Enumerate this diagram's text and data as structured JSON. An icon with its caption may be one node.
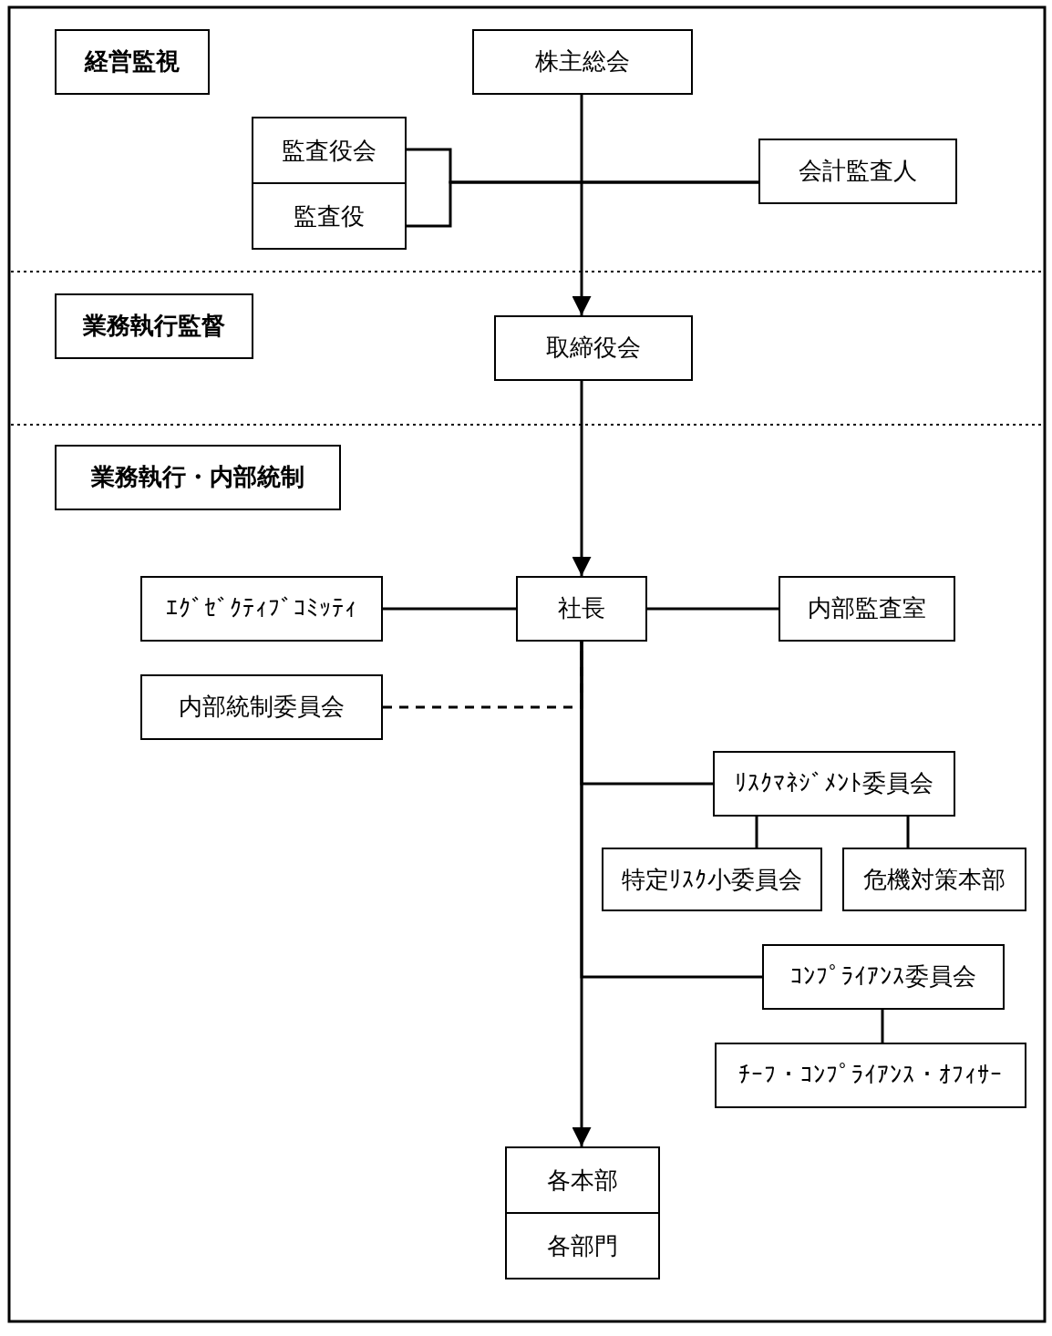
{
  "diagram": {
    "nodes": [
      {
        "text": [
          "経営監視"
        ]
      },
      {
        "text": [
          "株主総会"
        ]
      },
      {
        "text": [
          "監査役会"
        ]
      },
      {
        "text": [
          "監査役"
        ]
      },
      {
        "text": [
          "会計監査人"
        ]
      },
      {
        "text": [
          "業務執行監督"
        ]
      },
      {
        "text": [
          "取締役会"
        ]
      },
      {
        "text": [
          "業務執行・内部統制"
        ]
      },
      {
        "text": [
          "ｴｸﾞｾﾞｸﾃｨﾌﾞｺﾐｯﾃｨ"
        ]
      },
      {
        "text": [
          "社長"
        ]
      },
      {
        "text": [
          "内部監査室"
        ]
      },
      {
        "text": [
          "内部統制委員会"
        ]
      },
      {
        "text": [
          "ﾘｽｸﾏﾈｼﾞﾒﾝﾄ委員会"
        ]
      },
      {
        "text": [
          "特定ﾘｽｸ小委員会"
        ]
      },
      {
        "text": [
          "危機対策本部"
        ]
      },
      {
        "text": [
          "ｺﾝﾌﾟﾗｲｱﾝｽ委員会"
        ]
      },
      {
        "text": [
          "ﾁｰﾌ・ｺﾝﾌﾟﾗｲｱﾝｽ・ｵﾌｨｻｰ"
        ]
      },
      {
        "text": [
          "各本部"
        ]
      },
      {
        "text": [
          "各部門"
        ]
      }
    ],
    "edges": [
      {
        "from": 1,
        "to": 6,
        "arrow": "to"
      },
      {
        "from": 2,
        "to": 4,
        "arrow": "none"
      },
      {
        "from": 3,
        "to": 4,
        "arrow": "none"
      },
      {
        "from": 6,
        "to": 9,
        "arrow": "to"
      },
      {
        "from": 8,
        "to": 9,
        "arrow": "none"
      },
      {
        "from": 9,
        "to": 10,
        "arrow": "none"
      },
      {
        "from": 11,
        "to": 9,
        "arrow": "none",
        "style": "dashed"
      },
      {
        "from": 9,
        "to": 12,
        "arrow": "none"
      },
      {
        "from": 12,
        "to": 13,
        "arrow": "none"
      },
      {
        "from": 12,
        "to": 14,
        "arrow": "none"
      },
      {
        "from": 9,
        "to": 15,
        "arrow": "none"
      },
      {
        "from": 15,
        "to": 16,
        "arrow": "none"
      },
      {
        "from": 9,
        "to": 17,
        "arrow": "to"
      }
    ]
  }
}
